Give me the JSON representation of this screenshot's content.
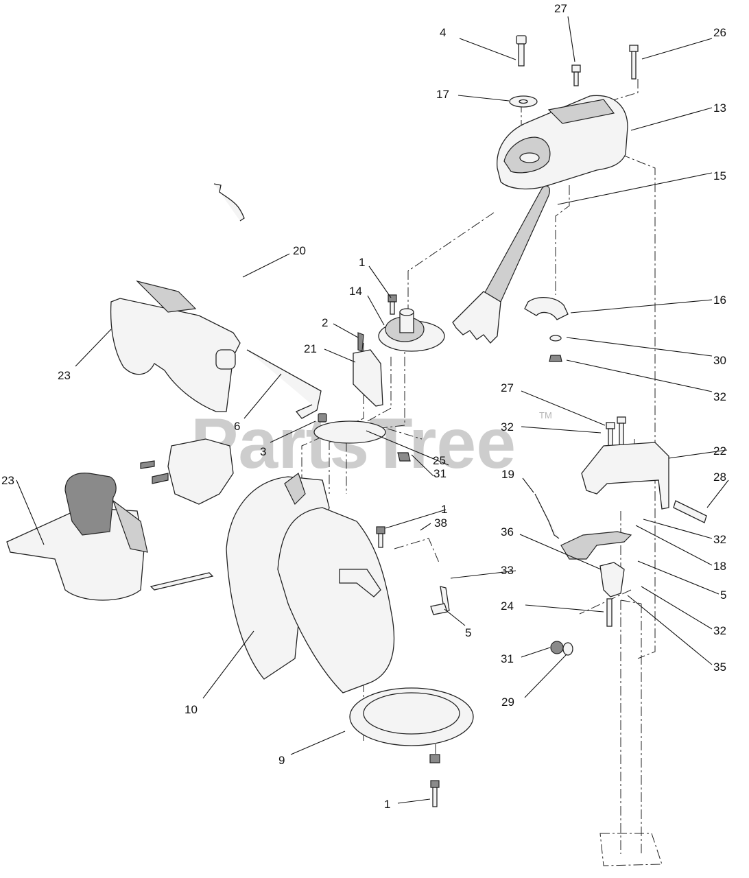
{
  "watermark": {
    "text": "PartsTree",
    "tm": "TM"
  },
  "callouts": [
    {
      "id": "c4",
      "label": "4"
    },
    {
      "id": "c27a",
      "label": "27"
    },
    {
      "id": "c26",
      "label": "26"
    },
    {
      "id": "c17",
      "label": "17"
    },
    {
      "id": "c13",
      "label": "13"
    },
    {
      "id": "c15",
      "label": "15"
    },
    {
      "id": "c20",
      "label": "20"
    },
    {
      "id": "c1a",
      "label": "1"
    },
    {
      "id": "c14",
      "label": "14"
    },
    {
      "id": "c16",
      "label": "16"
    },
    {
      "id": "c2",
      "label": "2"
    },
    {
      "id": "c30",
      "label": "30"
    },
    {
      "id": "c21",
      "label": "21"
    },
    {
      "id": "c23a",
      "label": "23"
    },
    {
      "id": "c32a",
      "label": "32"
    },
    {
      "id": "c27b",
      "label": "27"
    },
    {
      "id": "c25",
      "label": "25"
    },
    {
      "id": "c6",
      "label": "6"
    },
    {
      "id": "c32b",
      "label": "32"
    },
    {
      "id": "c3",
      "label": "3"
    },
    {
      "id": "c22",
      "label": "22"
    },
    {
      "id": "c31a",
      "label": "31"
    },
    {
      "id": "c23b",
      "label": "23"
    },
    {
      "id": "c19",
      "label": "19"
    },
    {
      "id": "c1b",
      "label": "1"
    },
    {
      "id": "c28",
      "label": "28"
    },
    {
      "id": "c38",
      "label": "38"
    },
    {
      "id": "c36",
      "label": "36"
    },
    {
      "id": "c32c",
      "label": "32"
    },
    {
      "id": "c33",
      "label": "33"
    },
    {
      "id": "c18",
      "label": "18"
    },
    {
      "id": "c5a",
      "label": "5"
    },
    {
      "id": "c5b",
      "label": "5"
    },
    {
      "id": "c24",
      "label": "24"
    },
    {
      "id": "c32d",
      "label": "32"
    },
    {
      "id": "c31b",
      "label": "31"
    },
    {
      "id": "c35",
      "label": "35"
    },
    {
      "id": "c10",
      "label": "10"
    },
    {
      "id": "c29",
      "label": "29"
    },
    {
      "id": "c9",
      "label": "9"
    },
    {
      "id": "c1c",
      "label": "1"
    }
  ]
}
